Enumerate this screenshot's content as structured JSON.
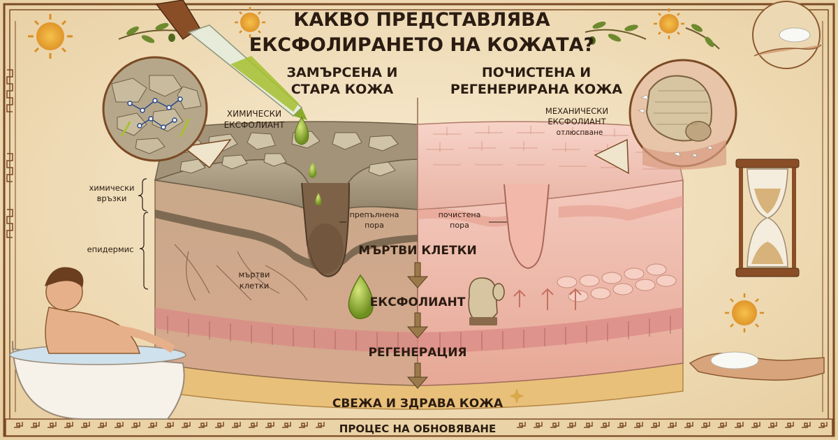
{
  "title": {
    "line1": "КАКВО ПРЕДСТАВЛЯВА",
    "line2": "ЕКСФОЛИРАНЕТО НА КОЖАТА?"
  },
  "left_panel": {
    "heading_line1": "ЗАМЪРСЕНА И",
    "heading_line2": "СТАРА КОЖА",
    "chem_exfoliant_line1": "ХИМИЧЕСКИ",
    "chem_exfoliant_line2": "ЕКСФОЛИАНТ",
    "clogged_pore_line1": "препълнена",
    "clogged_pore_line2": "пора",
    "dead_cells_line1": "мъртви",
    "dead_cells_line2": "клетки"
  },
  "right_panel": {
    "heading_line1": "ПОЧИСТЕНА И",
    "heading_line2": "РЕГЕНЕРИРАНА КОЖА",
    "mech_exfoliant_line1": "МЕХАНИЧЕСКИ",
    "mech_exfoliant_line2": "ЕКСФОЛИАНТ",
    "mech_exfoliant_line3": "отлюспване",
    "clean_pore_line1": "почистена",
    "clean_pore_line2": "пора"
  },
  "side_labels": {
    "chem_bonds_line1": "химически",
    "chem_bonds_line2": "връзки",
    "epidermis": "епидермис"
  },
  "process_steps": [
    "МЪРТВИ КЛЕТКИ",
    "ЕКСФОЛИАНТ",
    "РЕГЕНЕРАЦИЯ",
    "СВЕЖА И ЗДРАВА КОЖА"
  ],
  "footer": "ПРОЦЕС НА ОБНОВЯВАНЕ",
  "colors": {
    "parchment": "#f3e2c0",
    "frame": "#7a4a24",
    "skin_old": "#a99a80",
    "skin_new": "#f0c4b8",
    "oil_drop": "#8aaa2c"
  }
}
